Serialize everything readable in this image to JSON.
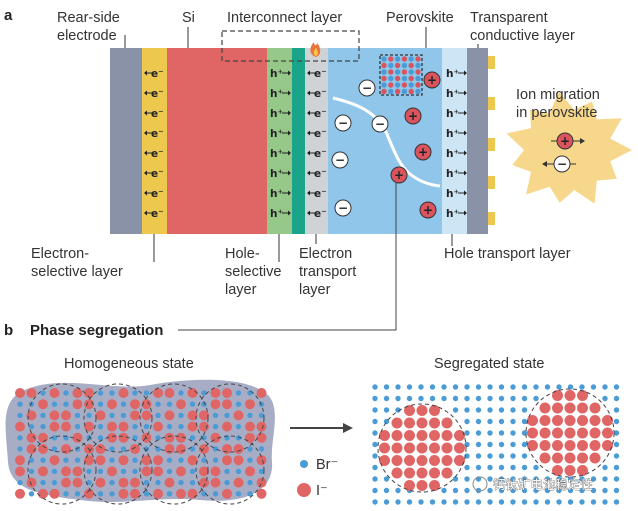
{
  "panel_a": {
    "letter": "a",
    "labels": {
      "rear_electrode": [
        "Rear-side",
        "electrode"
      ],
      "si": "Si",
      "interconnect": "Interconnect layer",
      "perovskite": "Perovskite",
      "tco": [
        "Transparent",
        "conductive layer"
      ],
      "electron_selective": [
        "Electron-",
        "selective layer"
      ],
      "hole_selective": [
        "Hole-",
        "selective",
        "layer"
      ],
      "etl": [
        "Electron",
        "transport",
        "layer"
      ],
      "htl": "Hole transport layer",
      "ion_migration": [
        "Ion migration",
        "in perovskite"
      ]
    },
    "carriers": {
      "electron": "e⁻",
      "hole": "h⁺"
    },
    "ion_signs": {
      "plus": "+",
      "minus": "−"
    },
    "colors": {
      "electrode": "#8a92a8",
      "electron_layer": "#edc84e",
      "si": "#e06666",
      "hole_layer": "#96c88a",
      "teal_layer": "#1aa58a",
      "etl": "#cfd3d6",
      "perovskite": "#8fc6ea",
      "htl": "#cde6f6",
      "tco": "#8a92a8",
      "cation": "#d9545d",
      "anion": "#ffffff",
      "starburst": "#f7d78b"
    }
  },
  "panel_b": {
    "letter": "b",
    "title": "Phase segregation",
    "homogeneous": "Homogeneous state",
    "segregated": "Segregated state",
    "legend": {
      "br": "Br⁻",
      "i": "I⁻"
    },
    "colors": {
      "br": "#4a9bd6",
      "i": "#e06666",
      "blob": "#a8adc6"
    }
  },
  "watermark": "钙钛矿电池稳定性"
}
